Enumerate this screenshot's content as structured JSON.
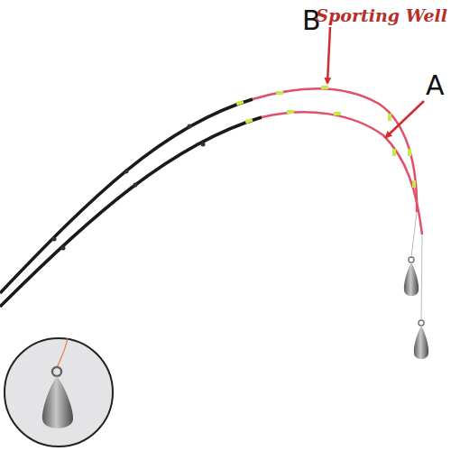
{
  "diagram": {
    "labels": [
      "B",
      "A",
      "Sporting Well"
    ]
  }
}
